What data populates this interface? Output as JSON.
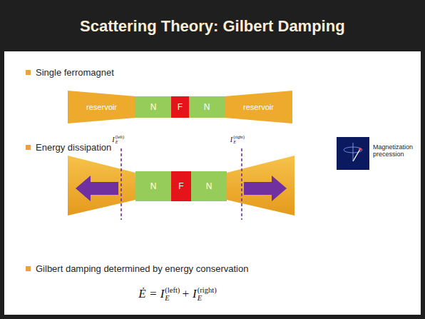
{
  "diagram": {
    "title": "Scattering Theory: Gilbert Damping",
    "nodes": [
      {
        "text": [
          "reservoir"
        ]
      },
      {
        "text": [
          "N"
        ]
      },
      {
        "text": [
          "F"
        ]
      },
      {
        "text": [
          "N"
        ]
      },
      {
        "text": [
          "reservoir"
        ]
      },
      {
        "text": [
          "N"
        ]
      },
      {
        "text": [
          "F"
        ]
      },
      {
        "text": [
          "N"
        ]
      }
    ],
    "labels": [
      "Single ferromagnet",
      "Energy dissipation",
      "I",
      "E",
      "(left)",
      "I",
      "E",
      "(right)",
      "Magnetization precession",
      "Gilbert damping determined by energy conservation",
      "Ė = I",
      "E",
      "(left)",
      "+ I",
      "E",
      "(right)"
    ]
  }
}
